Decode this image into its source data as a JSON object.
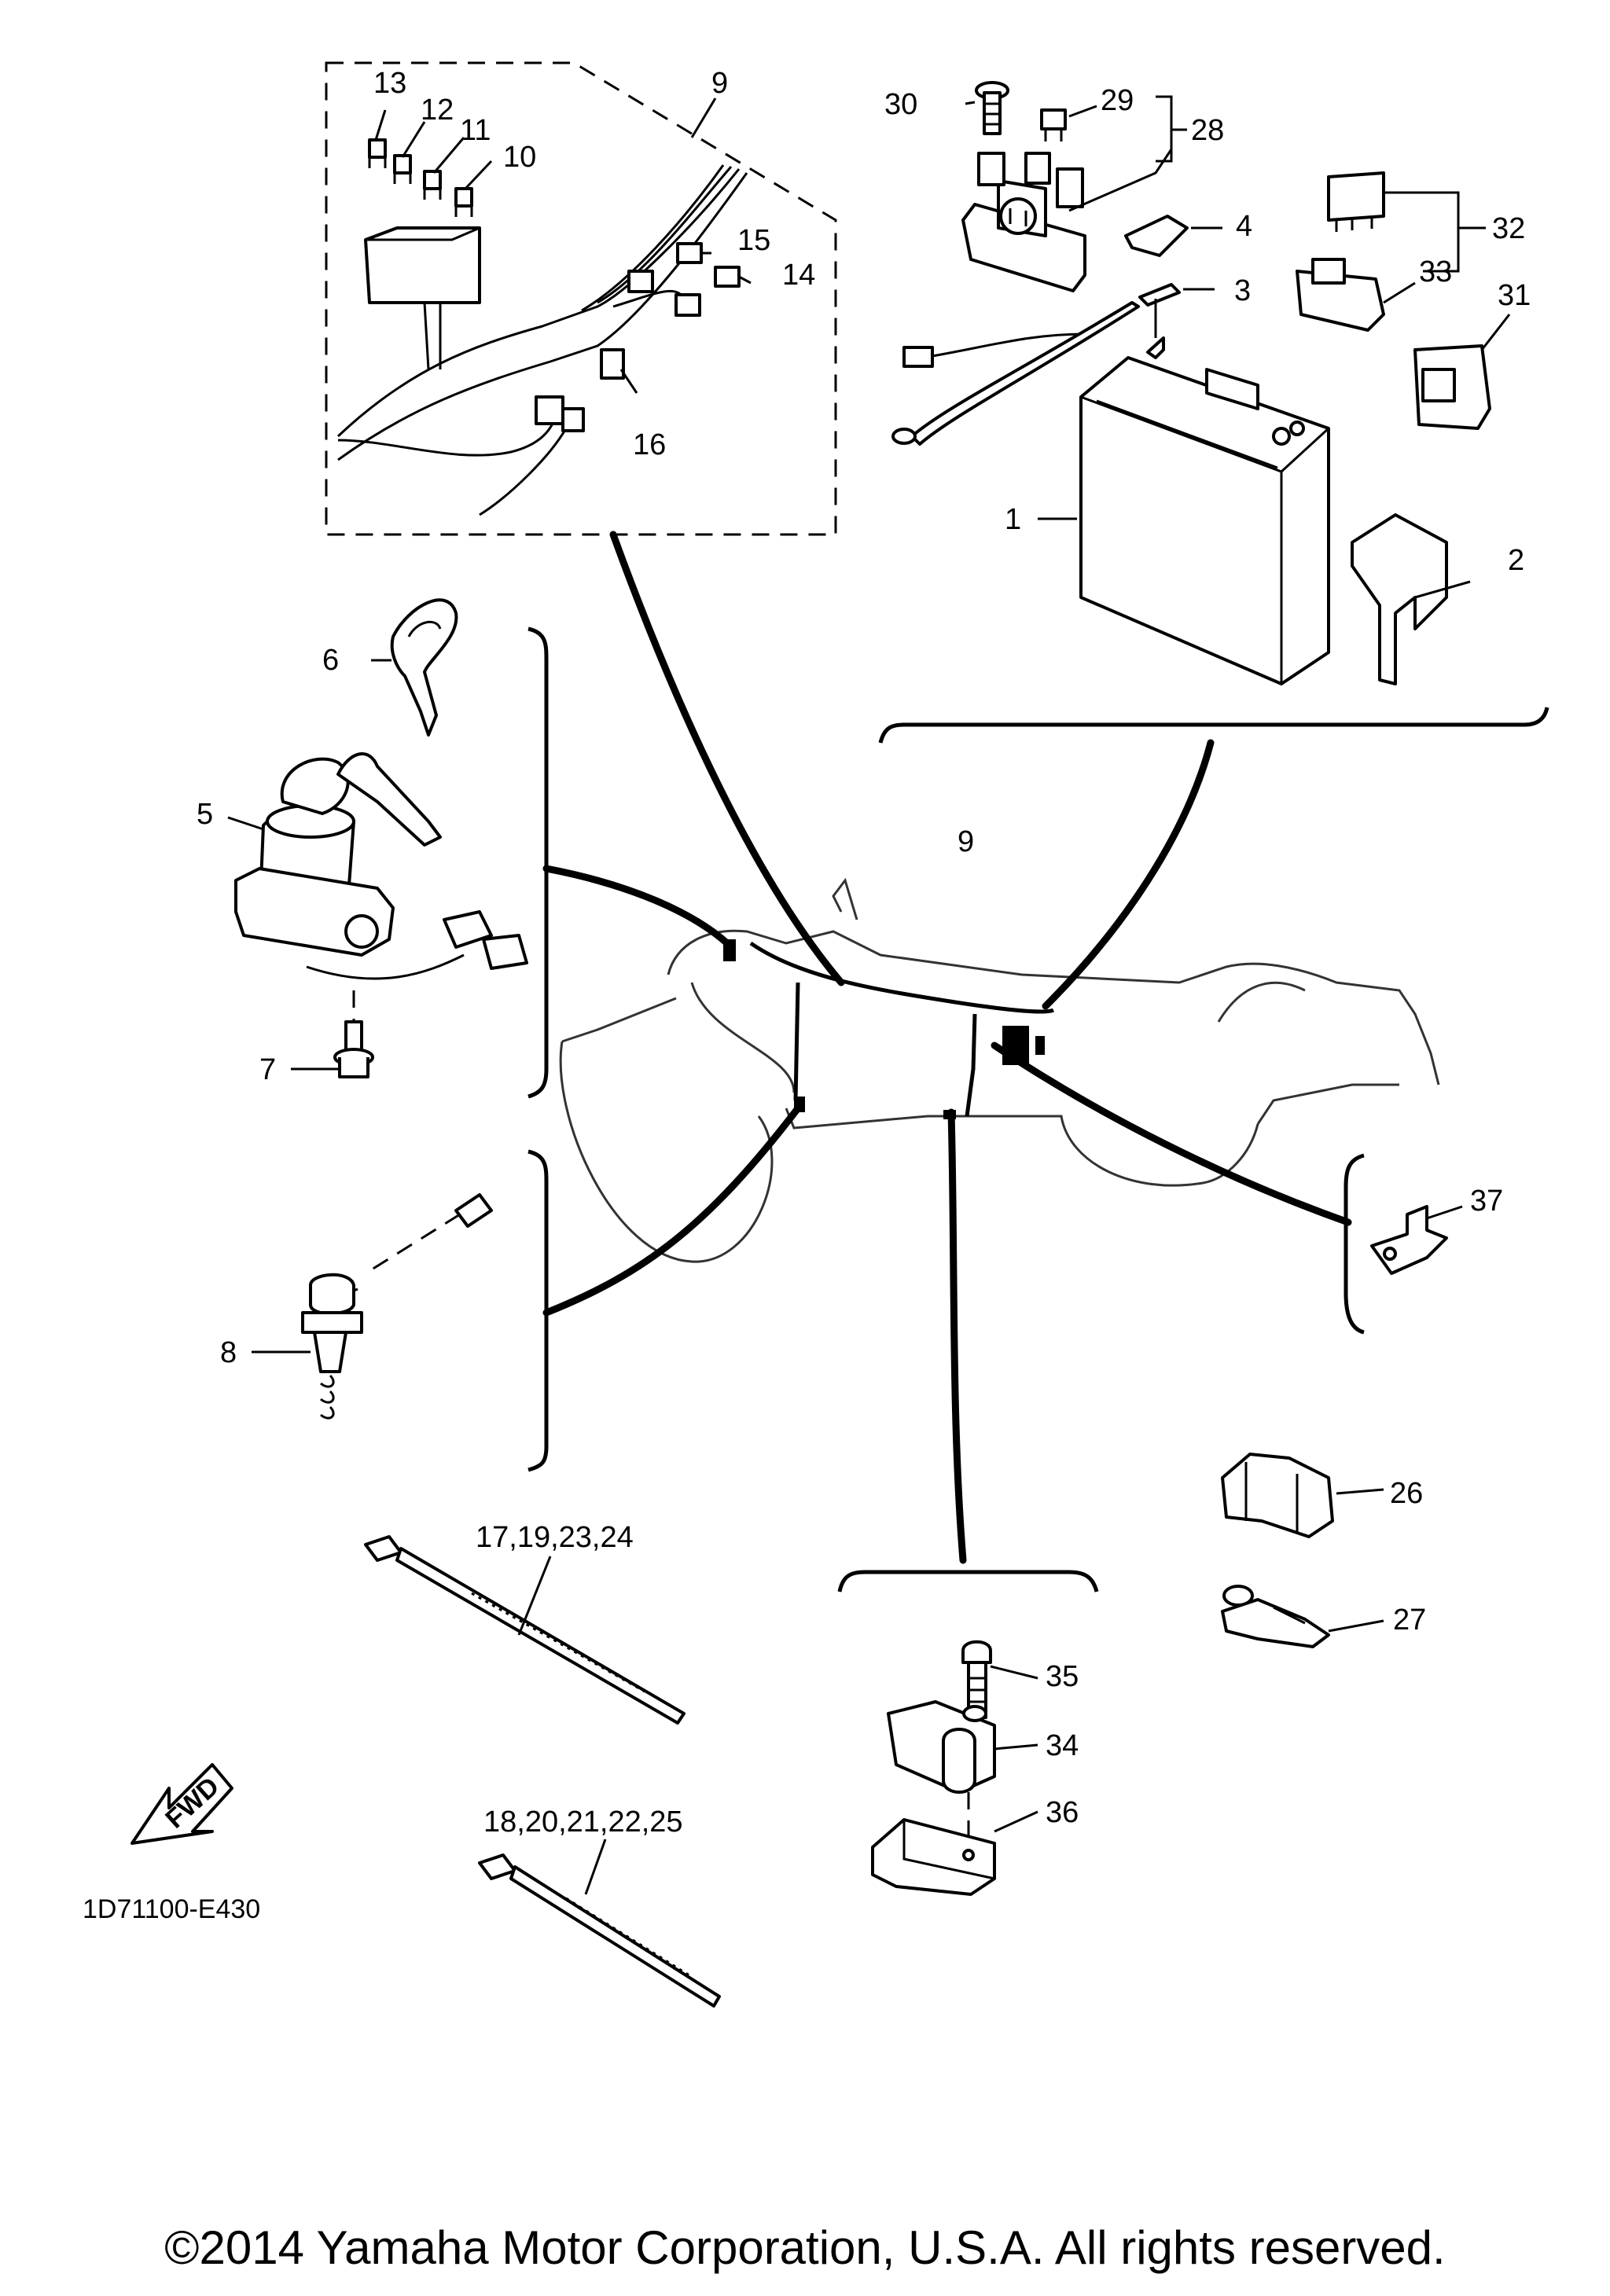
{
  "diagram": {
    "callouts": [
      {
        "id": "c1",
        "text": "1"
      },
      {
        "id": "c2",
        "text": "2"
      },
      {
        "id": "c3",
        "text": "3"
      },
      {
        "id": "c4",
        "text": "4"
      },
      {
        "id": "c5",
        "text": "5"
      },
      {
        "id": "c6",
        "text": "6"
      },
      {
        "id": "c7",
        "text": "7"
      },
      {
        "id": "c8",
        "text": "8"
      },
      {
        "id": "c9a",
        "text": "9"
      },
      {
        "id": "c9b",
        "text": "9"
      },
      {
        "id": "c10",
        "text": "10"
      },
      {
        "id": "c11",
        "text": "11"
      },
      {
        "id": "c12",
        "text": "12"
      },
      {
        "id": "c13",
        "text": "13"
      },
      {
        "id": "c14",
        "text": "14"
      },
      {
        "id": "c15",
        "text": "15"
      },
      {
        "id": "c16",
        "text": "16"
      },
      {
        "id": "c17",
        "text": "17,19,23,24"
      },
      {
        "id": "c18",
        "text": "18,20,21,22,25"
      },
      {
        "id": "c26",
        "text": "26"
      },
      {
        "id": "c27",
        "text": "27"
      },
      {
        "id": "c28",
        "text": "28"
      },
      {
        "id": "c29",
        "text": "29"
      },
      {
        "id": "c30",
        "text": "30"
      },
      {
        "id": "c31",
        "text": "31"
      },
      {
        "id": "c32",
        "text": "32"
      },
      {
        "id": "c33",
        "text": "33"
      },
      {
        "id": "c34",
        "text": "34"
      },
      {
        "id": "c35",
        "text": "35"
      },
      {
        "id": "c36",
        "text": "36"
      },
      {
        "id": "c37",
        "text": "37"
      }
    ],
    "fwd_label": "FWD",
    "diagram_code": "1D71100-E430",
    "copyright": "©2014 Yamaha Motor Corporation, U.S.A. All rights reserved."
  }
}
